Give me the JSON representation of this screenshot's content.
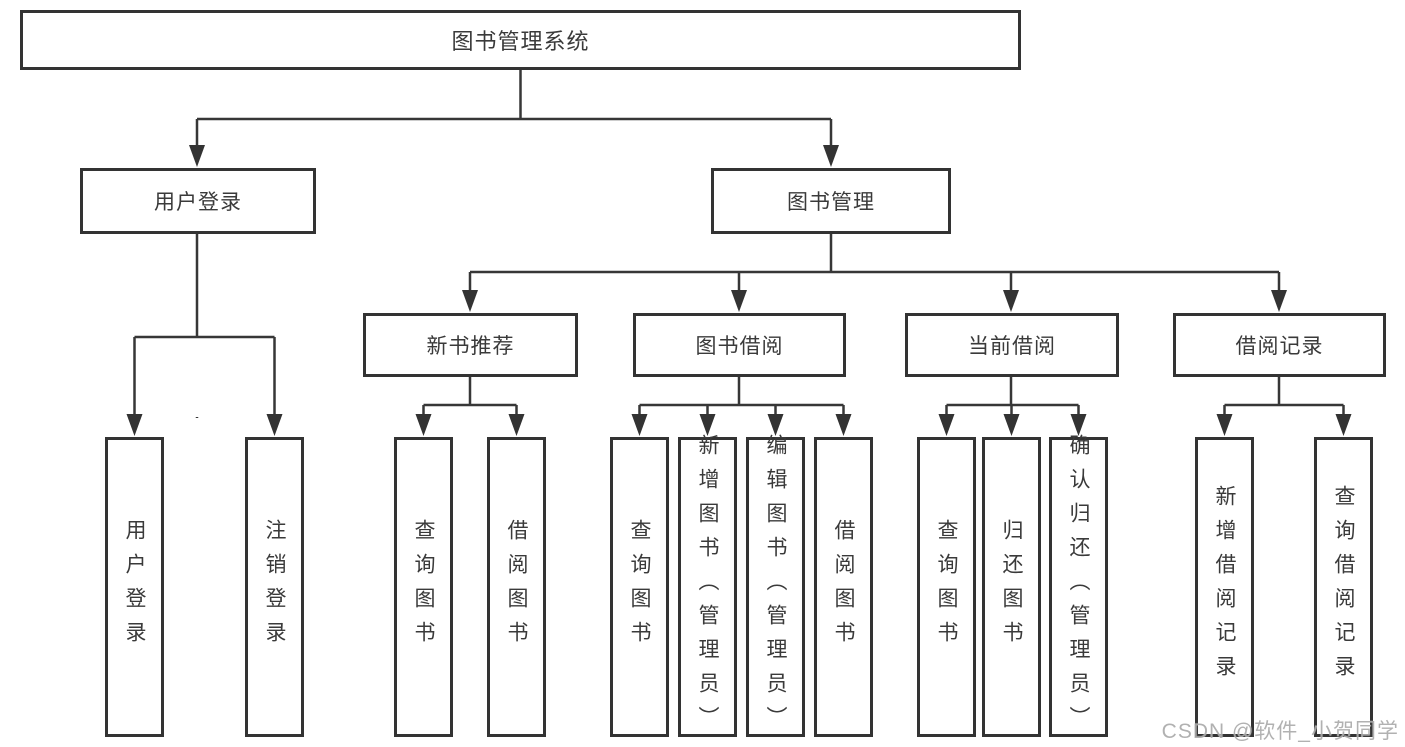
{
  "diagram": {
    "root": {
      "label": "图书管理系统"
    },
    "level2": [
      {
        "label": "用户登录",
        "parent": "图书管理系统"
      },
      {
        "label": "图书管理",
        "parent": "图书管理系统"
      }
    ],
    "level3": [
      {
        "label": "新书推荐",
        "parent": "图书管理"
      },
      {
        "label": "图书借阅",
        "parent": "图书管理"
      },
      {
        "label": "当前借阅",
        "parent": "图书管理"
      },
      {
        "label": "借阅记录",
        "parent": "图书管理"
      }
    ],
    "leaves": [
      {
        "label": "用户登录",
        "parent": "用户登录"
      },
      {
        "label": "注销登录",
        "parent": "用户登录"
      },
      {
        "label": "查询图书",
        "parent": "新书推荐"
      },
      {
        "label": "借阅图书",
        "parent": "新书推荐"
      },
      {
        "label": "查询图书",
        "parent": "图书借阅"
      },
      {
        "label": "新增图书（管理员）",
        "parent": "图书借阅"
      },
      {
        "label": "编辑图书（管理员）",
        "parent": "图书借阅"
      },
      {
        "label": "借阅图书",
        "parent": "图书借阅"
      },
      {
        "label": "查询图书",
        "parent": "当前借阅"
      },
      {
        "label": "归还图书",
        "parent": "当前借阅"
      },
      {
        "label": "确认归还（管理员）",
        "parent": "当前借阅"
      },
      {
        "label": "新增借阅记录",
        "parent": "借阅记录"
      },
      {
        "label": "查询借阅记录",
        "parent": "借阅记录"
      }
    ]
  },
  "watermark": {
    "text": "CSDN @软件_小贺同学"
  },
  "colors": {
    "line": "#373737",
    "border": "#333333",
    "text": "#3a3a3a",
    "watermark": "#ababab",
    "background": "#ffffff"
  }
}
